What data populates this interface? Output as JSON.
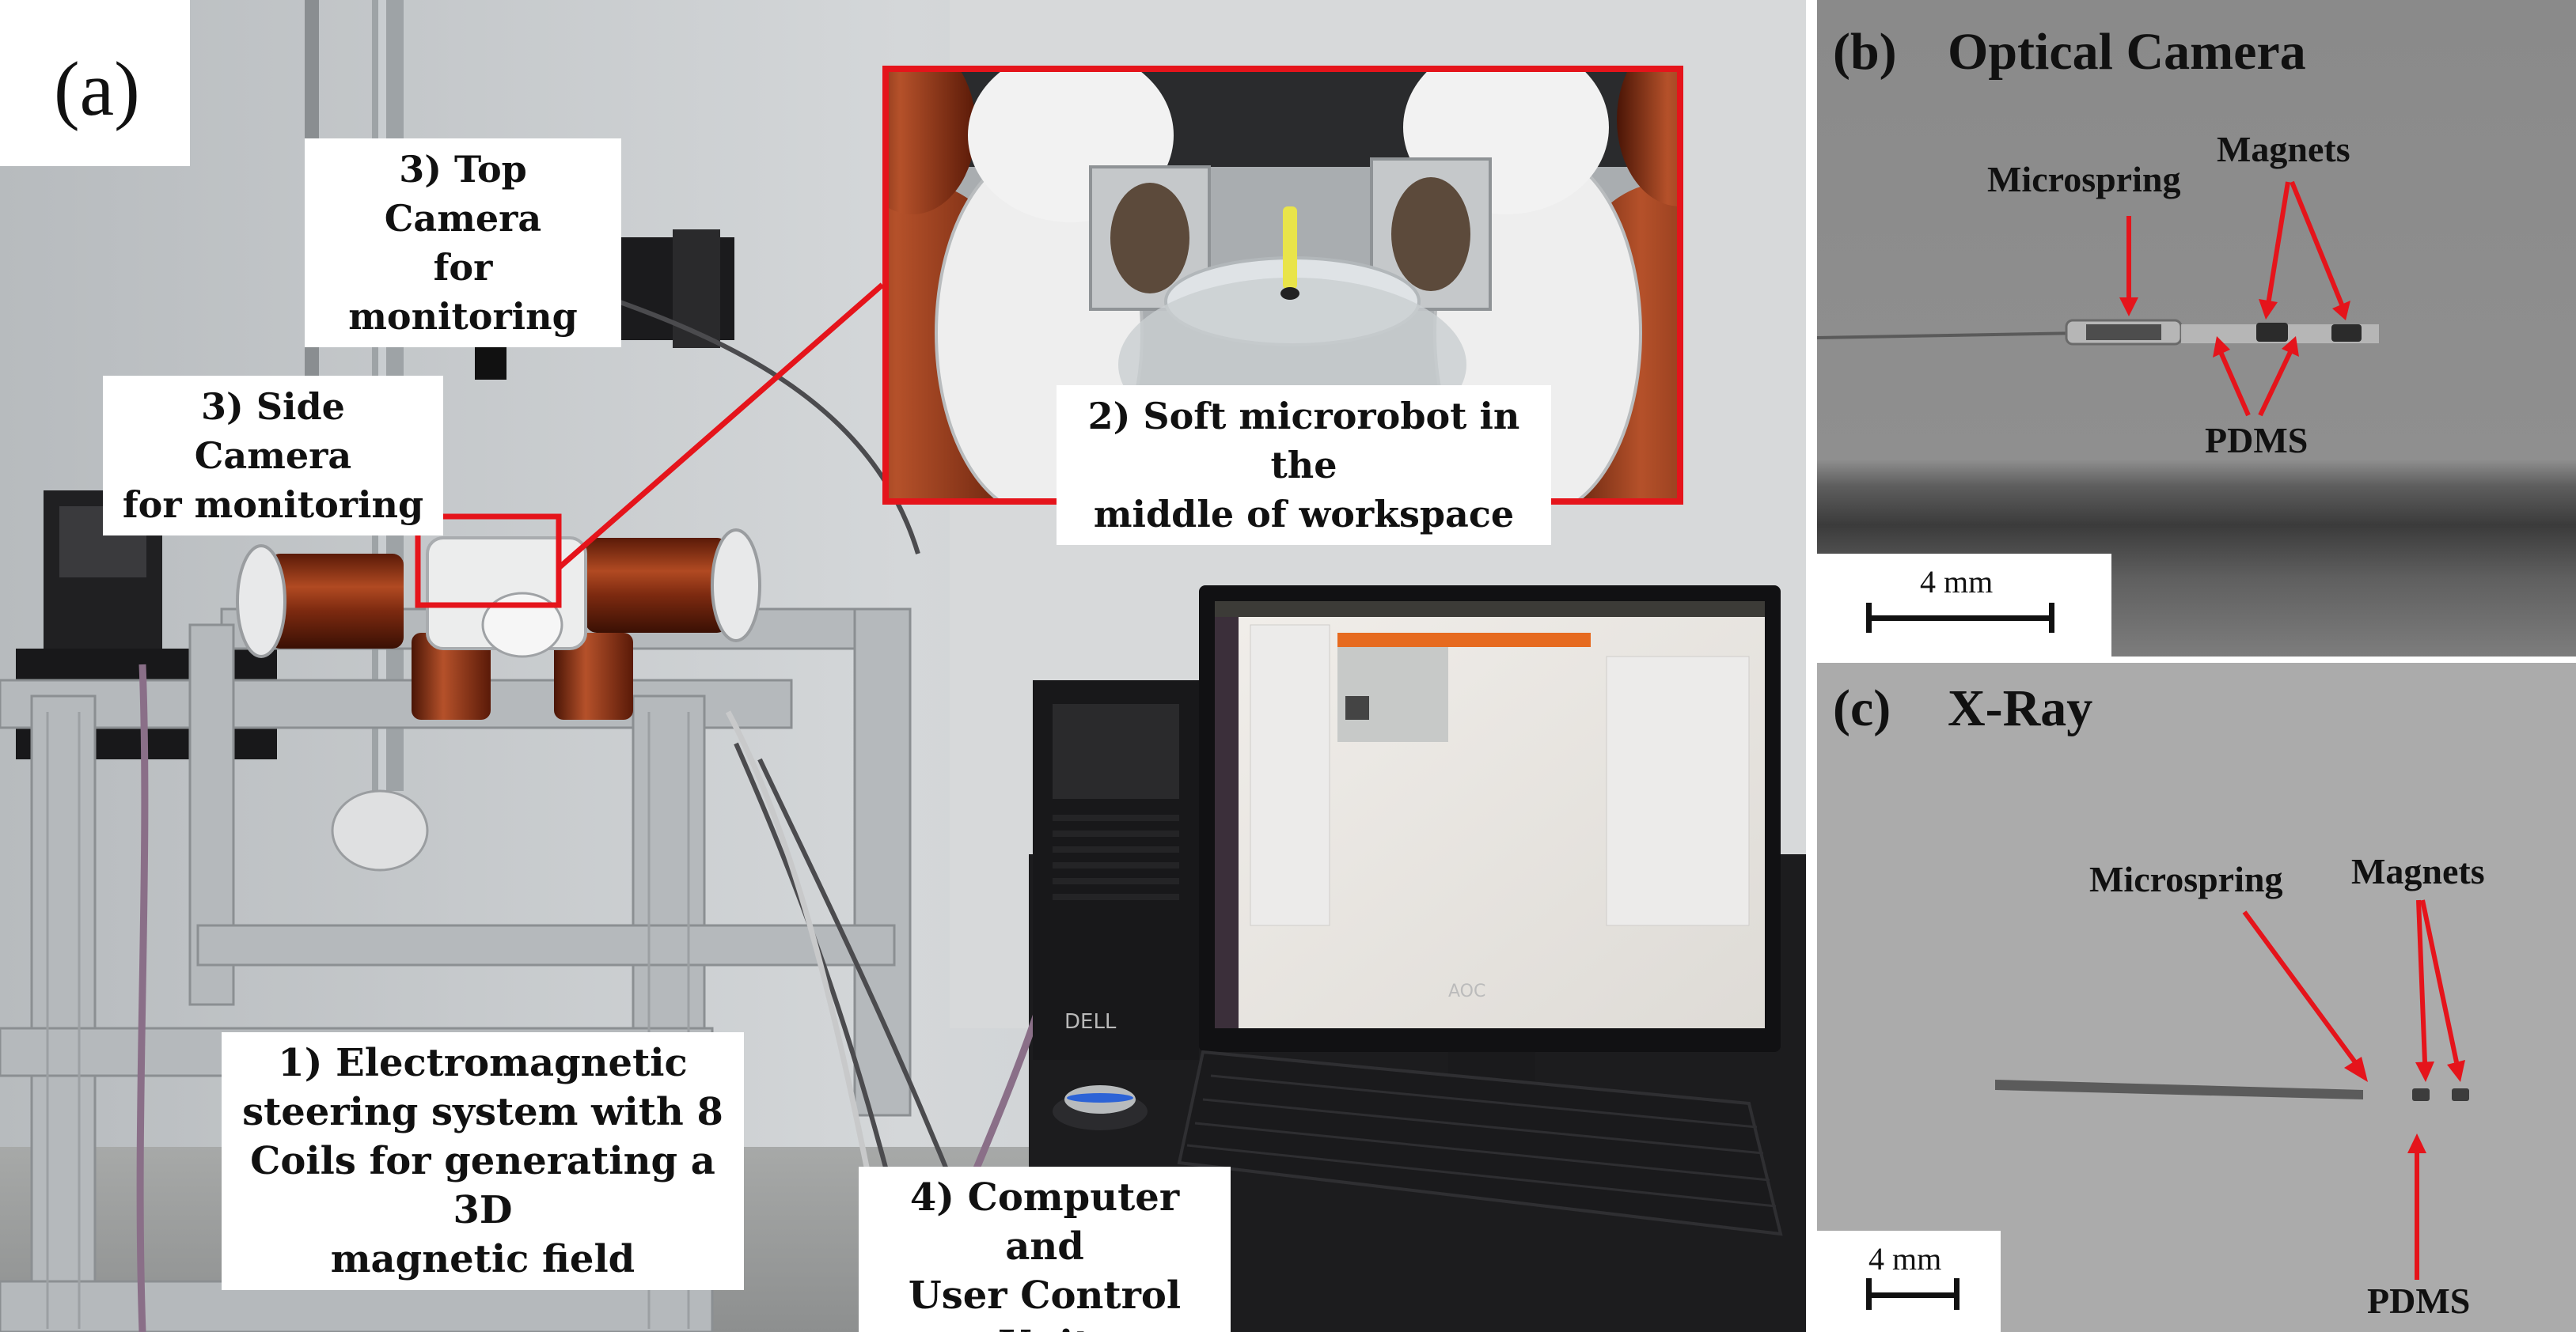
{
  "panel_a": {
    "letter": "(a)",
    "labels": {
      "top_camera": [
        "3) Top Camera",
        "for monitoring"
      ],
      "side_camera": [
        "3) Side Camera",
        "for monitoring"
      ],
      "microrobot": [
        "2) Soft microrobot in the",
        "middle of workspace"
      ],
      "ems": [
        "1) Electromagnetic",
        "steering system with 8",
        "Coils for generating a 3D",
        "magnetic field"
      ],
      "computer": [
        "4) Computer and",
        "User Control Unit"
      ]
    },
    "monitor_brand": "AOC",
    "pc_brand": "DELL",
    "colors": {
      "highlight": "#e5141b",
      "coil": "#8a2a12",
      "frame": "#b9bdc0"
    }
  },
  "panel_b": {
    "letter": "(b)",
    "title": "Optical Camera",
    "annotations": {
      "microspring": "Microspring",
      "magnets": "Magnets",
      "pdms": "PDMS"
    },
    "scale": "4 mm"
  },
  "panel_c": {
    "letter": "(c)",
    "title": "X-Ray",
    "annotations": {
      "microspring": "Microspring",
      "magnets": "Magnets",
      "pdms": "PDMS"
    },
    "scale": "4 mm"
  },
  "arrow_color": "#e5141b"
}
